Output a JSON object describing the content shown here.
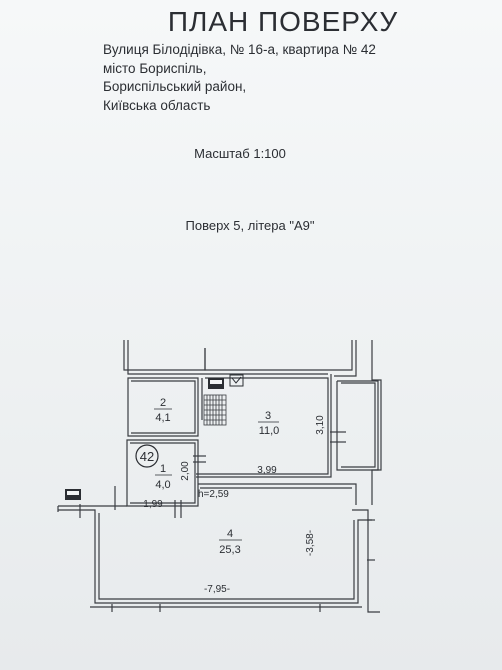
{
  "document": {
    "title": "ПЛАН ПОВЕРХУ",
    "address_lines": [
      "Вулиця Білодідівка, № 16-а, квартира № 42",
      "місто Бориспіль,",
      "Бориспільський район,",
      "Київська область"
    ],
    "scale": "Масштаб 1:100",
    "floor": "Поверх 5, літера \"А9\""
  },
  "plan": {
    "apartment_number": "42",
    "ceiling_height": "h=2,59",
    "rooms": [
      {
        "number": "1",
        "area": "4,0"
      },
      {
        "number": "2",
        "area": "4,1"
      },
      {
        "number": "3",
        "area": "11,0"
      },
      {
        "number": "4",
        "area": "25,3"
      }
    ],
    "dimensions": {
      "room1_width": "1,99",
      "room1_height": "2,00",
      "room3_width": "3,99",
      "room3_height": "3,10",
      "room4_width": "-7,95-",
      "room4_height": "-3,58-"
    }
  }
}
